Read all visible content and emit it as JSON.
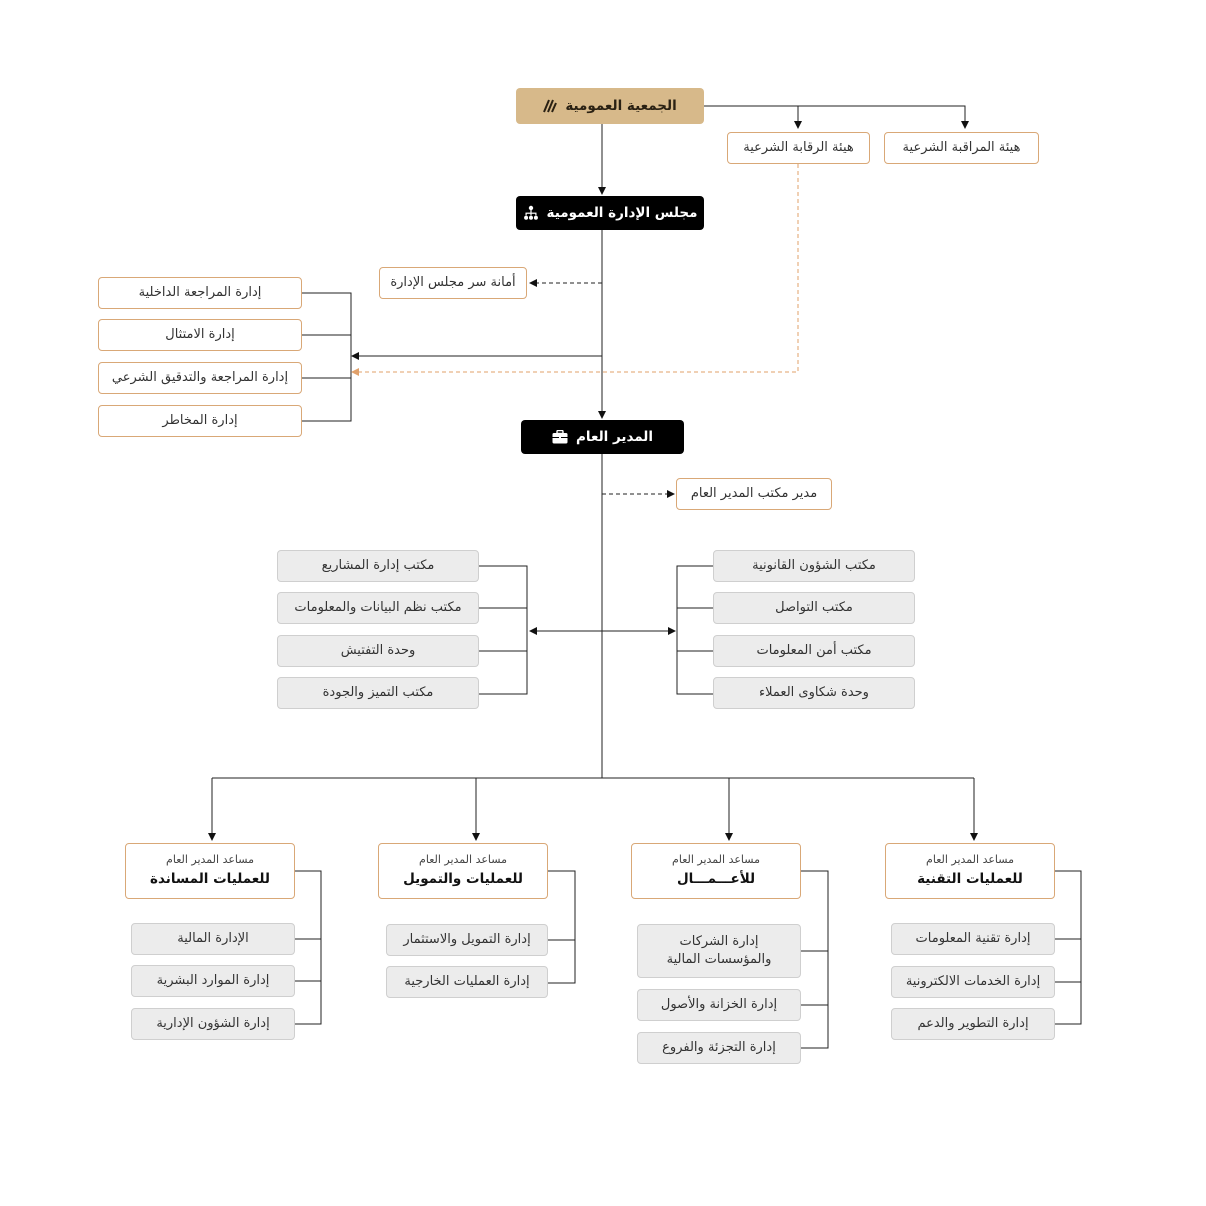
{
  "general_assembly": "الجمعية العمومية",
  "sharia_supervision_body": "هيئة المراقبة الشرعية",
  "sharia_oversight_body": "هيئة الرقابة الشرعية",
  "board": "مجلس الإدارة العمومية",
  "board_secretariat": "أمانة سر مجلس الإدارة",
  "board_committees": [
    "إدارة المراجعة الداخلية",
    "إدارة الامتثال",
    "إدارة المراجعة والتدقيق الشرعي",
    "إدارة المخاطر"
  ],
  "ceo": "المدير العام",
  "ceo_office_manager": "مدير مكتب المدير العام",
  "left_offices": [
    "مكتب إدارة المشاريع",
    "مكتب نظم البيانات والمعلومات",
    "وحدة التفتيش",
    "مكتب التميز والجودة"
  ],
  "right_offices": [
    "مكتب الشؤون القانونية",
    "مكتب التواصل",
    "مكتب أمن المعلومات",
    "وحدة شكاوى العملاء"
  ],
  "assistants": [
    {
      "subtitle": "مساعد المدير العام",
      "title": "للعمليات المساندة",
      "departments": [
        "الإدارة المالية",
        "إدارة الموارد البشرية",
        "إدارة الشؤون الإدارية"
      ]
    },
    {
      "subtitle": "مساعد المدير العام",
      "title": "للعمليات والتمويل",
      "departments": [
        "إدارة التمويل والاستثمار",
        "إدارة العمليات الخارجية"
      ]
    },
    {
      "subtitle": "مساعد المدير العام",
      "title": "للأعـــمـــال",
      "departments": [
        "إدارة الشركات\nوالمؤسسات المالية",
        "إدارة الخزانة والأصول",
        "إدارة التجزئة والفروع"
      ]
    },
    {
      "subtitle": "مساعد المدير العام",
      "title": "للعمليات التقنية",
      "departments": [
        "إدارة تقنية المعلومات",
        "إدارة الخدمات الالكترونية",
        "إدارة التطوير والدعم"
      ]
    }
  ],
  "icons": {
    "general_assembly": "brand-logo-icon",
    "board": "org-hierarchy-icon",
    "ceo": "briefcase-icon"
  },
  "colors": {
    "gold": "#d7b98a",
    "outline_border": "#d9a877",
    "dashed_line": "#e0a06a",
    "dark": "#000000",
    "grey_box": "#ececec"
  }
}
